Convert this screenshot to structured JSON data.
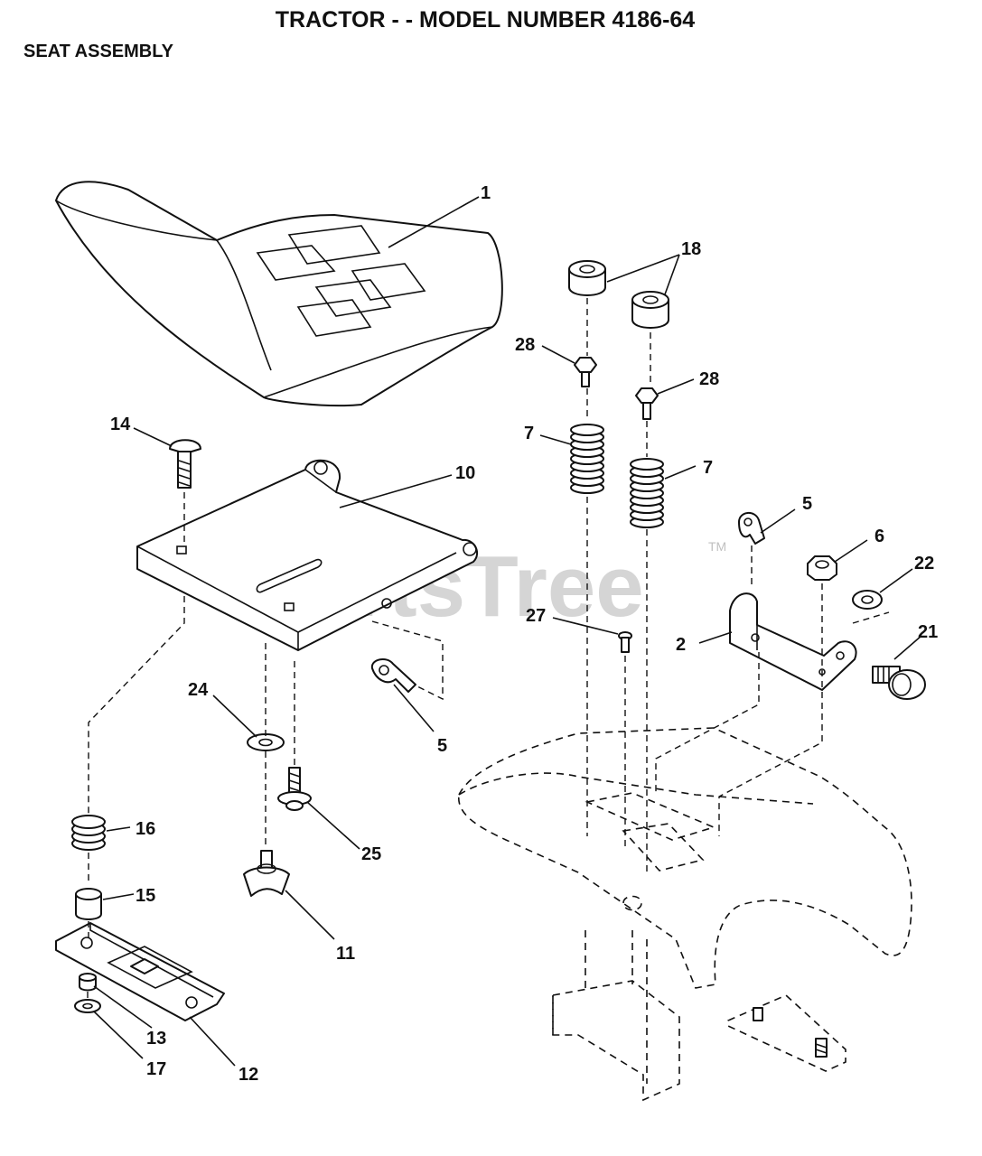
{
  "header": {
    "title": "TRACTOR - - MODEL NUMBER 4186-64",
    "subtitle": "SEAT ASSEMBLY"
  },
  "watermark": {
    "text": "PartsTree",
    "trademark": "TM"
  },
  "callouts": {
    "c1": "1",
    "c18": "18",
    "c28a": "28",
    "c28b": "28",
    "c14": "14",
    "c10": "10",
    "c7a": "7",
    "c7b": "7",
    "c5a": "5",
    "c6": "6",
    "c22": "22",
    "c27": "27",
    "c2": "2",
    "c21": "21",
    "c24": "24",
    "c5b": "5",
    "c16": "16",
    "c25": "25",
    "c15": "15",
    "c11": "11",
    "c13": "13",
    "c12": "12",
    "c17": "17"
  }
}
